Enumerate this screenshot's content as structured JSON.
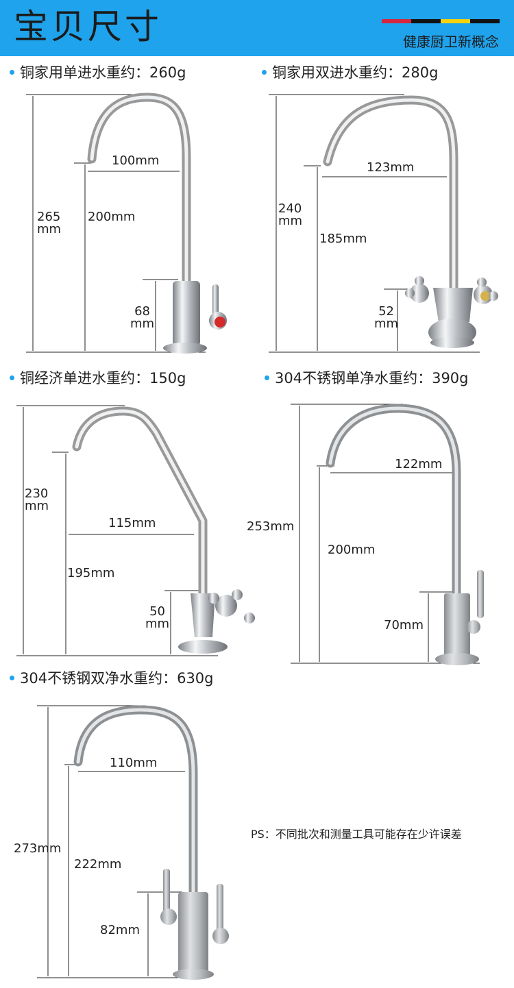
{
  "header": {
    "title": "宝贝尺寸",
    "subtitle": "健康厨卫新概念",
    "stripe_colors": [
      "#d7263d",
      "#111111",
      "#f6d10f",
      "#111111"
    ],
    "background": "#1fa3ec"
  },
  "products": [
    {
      "label": "铜家用单进水重约：260g",
      "total_height": "265\nmm",
      "reach": "100mm",
      "spout_height": "200mm",
      "base_height": "68\nmm"
    },
    {
      "label": "铜家用双进水重约：280g",
      "total_height": "240\nmm",
      "reach": "123mm",
      "spout_height": "185mm",
      "base_height": "52\nmm"
    },
    {
      "label": "铜经济单进水重约：150g",
      "total_height": "230\nmm",
      "reach": "115mm",
      "spout_height": "195mm",
      "base_height": "50\nmm"
    },
    {
      "label": "304不锈钢单净水重约：390g",
      "total_height": "253mm",
      "reach": "122mm",
      "spout_height": "200mm",
      "base_height": "70mm"
    },
    {
      "label": "304不锈钢双净水重约：630g",
      "total_height": "273mm",
      "reach": "110mm",
      "spout_height": "222mm",
      "base_height": "82mm"
    }
  ],
  "note": "PS：不同批次和测量工具可能存在少许误差"
}
